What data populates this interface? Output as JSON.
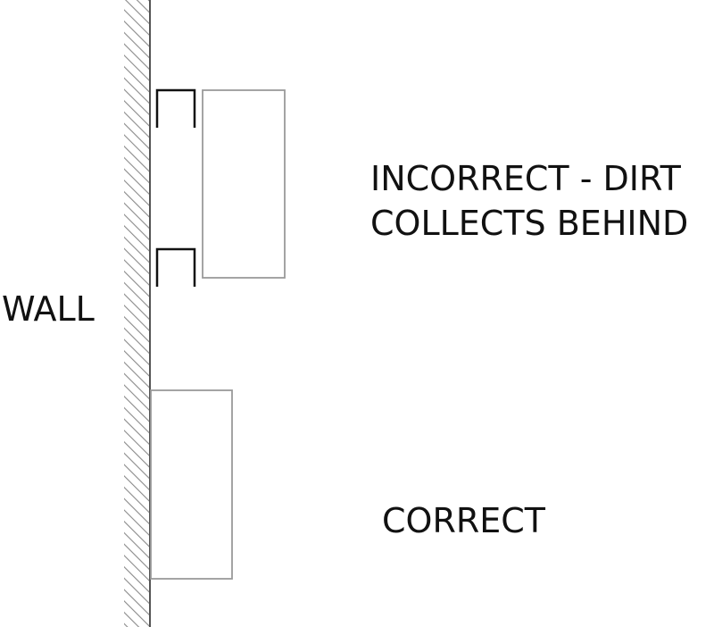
{
  "labels": {
    "wall": "WALL",
    "incorrect_line1": "INCORRECT - DIRT",
    "incorrect_line2": "COLLECTS BEHIND",
    "correct": "CORRECT"
  },
  "colors": {
    "background": "#ffffff",
    "wall_hatch": "#8a8a8a",
    "wall_edge": "#555555",
    "box_stroke": "#9a9a9a",
    "bracket_stroke": "#111111",
    "text": "#111111"
  }
}
